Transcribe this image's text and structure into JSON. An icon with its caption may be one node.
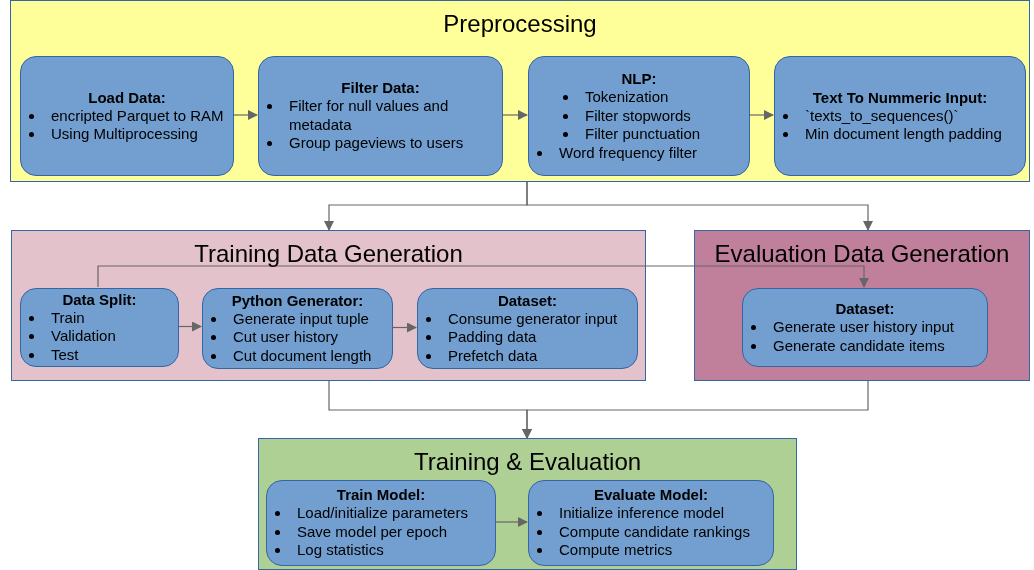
{
  "diagram": {
    "nodes": [
      {
        "text": [
          "Preprocessing"
        ]
      },
      {
        "text": [
          "Load Data:",
          "encripted Parquet to RAM",
          "Using Multiprocessing"
        ],
        "in": 0
      },
      {
        "text": [
          "Filter Data:",
          "Filter for null values and metadata",
          "Group pageviews to users"
        ],
        "in": 0
      },
      {
        "text": [
          "NLP:",
          "Tokenization",
          "Filter stopwords",
          "Filter punctuation",
          "Word frequency filter"
        ],
        "in": 0
      },
      {
        "text": [
          "Text To Nummeric Input:",
          "`texts_to_sequences()`",
          "Min document length padding"
        ],
        "in": 0
      },
      {
        "text": [
          "Training Data Generation"
        ]
      },
      {
        "text": [
          "Data Split:",
          "Train",
          "Validation",
          "Test"
        ],
        "in": 5
      },
      {
        "text": [
          "Python Generator:",
          "Generate input tuple",
          "Cut user history",
          "Cut document length"
        ],
        "in": 5
      },
      {
        "text": [
          "Dataset:",
          "Consume generator input",
          "Padding data",
          "Prefetch data"
        ],
        "in": 5
      },
      {
        "text": [
          "Evaluation Data Generation"
        ]
      },
      {
        "text": [
          "Dataset:",
          "Generate user history input",
          "Generate candidate items"
        ],
        "in": 9
      },
      {
        "text": [
          "Training & Evaluation"
        ]
      },
      {
        "text": [
          "Train Model:",
          "Load/initialize parameters",
          "Save model per epoch",
          "Log statistics"
        ],
        "in": 11
      },
      {
        "text": [
          "Evaluate Model:",
          "Initialize inference model",
          "Compute candidate rankings",
          "Compute metrics"
        ],
        "in": 11
      }
    ],
    "edges": [
      {
        "from": 1,
        "to": 2,
        "arrow": "to"
      },
      {
        "from": 2,
        "to": 3,
        "arrow": "to"
      },
      {
        "from": 3,
        "to": 4,
        "arrow": "to"
      },
      {
        "from": 0,
        "to": 5,
        "arrow": "to"
      },
      {
        "from": 0,
        "to": 9,
        "arrow": "to"
      },
      {
        "from": 6,
        "to": 10,
        "arrow": "to"
      },
      {
        "from": 6,
        "to": 7,
        "arrow": "to"
      },
      {
        "from": 7,
        "to": 8,
        "arrow": "to"
      },
      {
        "from": 5,
        "to": 11,
        "arrow": "to"
      },
      {
        "from": 9,
        "to": 11,
        "arrow": "to"
      },
      {
        "from": 12,
        "to": 13,
        "arrow": "to"
      }
    ]
  }
}
